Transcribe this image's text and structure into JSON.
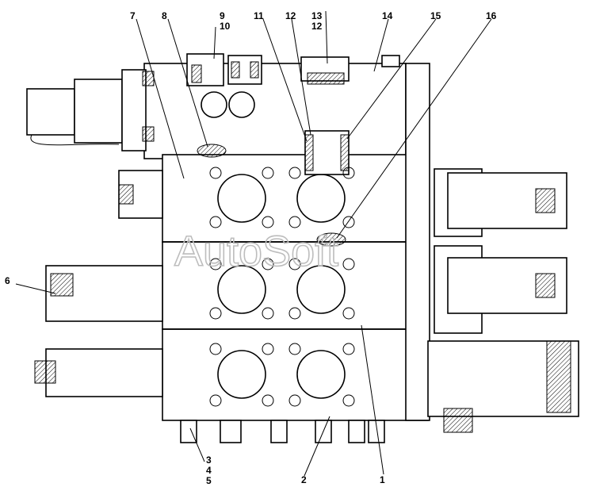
{
  "watermark": "AutoSoft",
  "callouts": {
    "c1": "1",
    "c2": "2",
    "c3": "3",
    "c4": "4",
    "c5": "5",
    "c6": "6",
    "c7": "7",
    "c8": "8",
    "c9": "9",
    "c10": "10",
    "c11": "11",
    "c12_top": "12",
    "c13": "13",
    "c14": "14",
    "c15": "15",
    "c16": "16",
    "c12_side": "12"
  }
}
